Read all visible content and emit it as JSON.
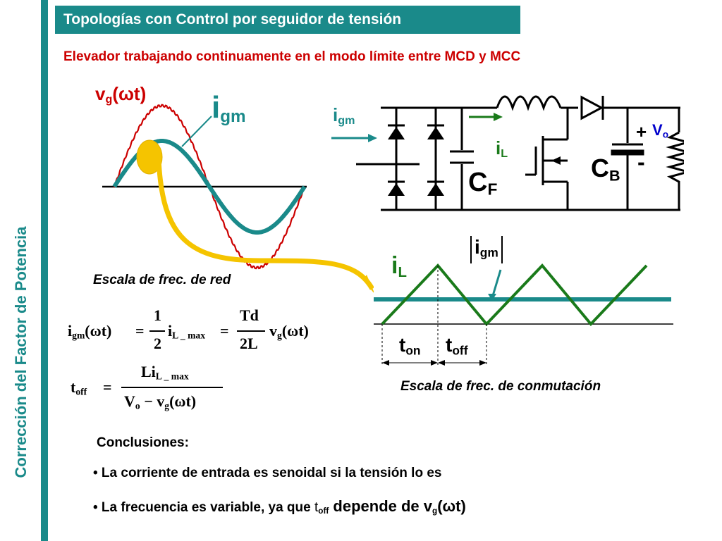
{
  "slide": {
    "title": "Topologías con Control por seguidor de tensión",
    "subtitle": "Elevador trabajando continuamente en el modo límite entre  MCD y MCC",
    "side_label": "Corrección del Factor de Potencia"
  },
  "waveform_left": {
    "vg_label": "v",
    "vg_sub": "g",
    "vg_paren": "(ωt)",
    "igm_label": "i",
    "igm_sub": "gm",
    "caption": "Escala de frec. de red"
  },
  "circuit": {
    "igm_label": "i",
    "igm_sub": "gm",
    "iL_label": "i",
    "iL_sub": "L",
    "vo_label": "V",
    "vo_sub": "o",
    "plus": "+",
    "minus": "-",
    "cf_label": "C",
    "cf_sub": "F",
    "cb_label": "C",
    "cb_sub": "B"
  },
  "waveform_right": {
    "iL_label": "i",
    "iL_sub": "L",
    "igm_abs_label": "i",
    "igm_abs_sub": "gm",
    "ton_label": "t",
    "ton_sub": "on",
    "toff_label": "t",
    "toff_sub": "off",
    "caption": "Escala de frec. de conmutación"
  },
  "equations": {
    "eq1_lhs": "i",
    "eq1_lhs_sub": "gm",
    "eq1_lhs_arg": "(ωt)",
    "eq1_eq": "=",
    "eq1_frac1_num": "1",
    "eq1_frac1_den": "2",
    "eq1_mid": "i",
    "eq1_mid_sub": "L _ max",
    "eq1_eq2": "=",
    "eq1_frac2_num": "Td",
    "eq1_frac2_den": "2L",
    "eq1_rhs": "v",
    "eq1_rhs_sub": "g",
    "eq1_rhs_arg": "(ωt)",
    "eq2_lhs": "t",
    "eq2_lhs_sub": "off",
    "eq2_eq": "=",
    "eq2_num": "Li",
    "eq2_num_sub": "L _ max",
    "eq2_den_v": "V",
    "eq2_den_vsub": "o",
    "eq2_den_minus": "−",
    "eq2_den_v2": "v",
    "eq2_den_v2sub": "g",
    "eq2_den_arg": "(ωt)"
  },
  "conclusions": {
    "heading": "Conclusiones:",
    "item1": "• La corriente de entrada es senoidal si la tensión lo es",
    "item2_pre": "• La frecuencia es variable, ya que ",
    "item2_t": "t",
    "item2_tsub": "off",
    "item2_mid": " depende de v",
    "item2_vsub": "g",
    "item2_post": "(ωt)"
  },
  "colors": {
    "teal": "#1a8a8a",
    "red": "#cc0000",
    "green": "#1a7a1a",
    "yellow": "#f5c400",
    "blue": "#0000cc"
  }
}
